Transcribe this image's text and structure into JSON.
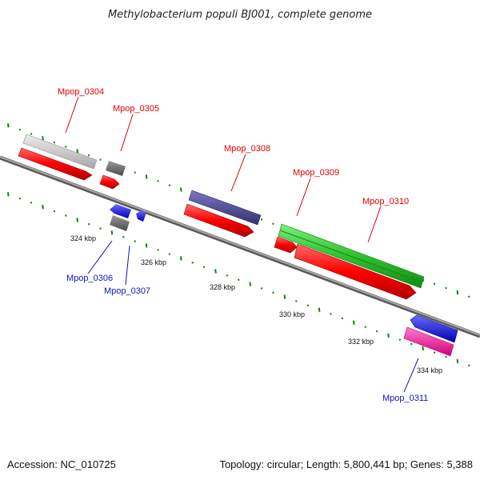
{
  "title": "Methylobacterium populi BJ001, complete genome",
  "footer": {
    "accession": "Accession: NC_010725",
    "topology": "Topology: circular; Length: 5,800,441 bp; Genes: 5,388"
  },
  "ticks": [
    "324 kbp",
    "326 kbp",
    "328 kbp",
    "330 kbp",
    "332 kbp",
    "334 kbp"
  ],
  "genes_top": [
    {
      "label": "Mpop_0304",
      "color": "#e00000"
    },
    {
      "label": "Mpop_0305",
      "color": "#e00000"
    },
    {
      "label": "Mpop_0308",
      "color": "#e00000"
    },
    {
      "label": "Mpop_0309",
      "color": "#e00000"
    },
    {
      "label": "Mpop_0310",
      "color": "#e00000"
    }
  ],
  "genes_bottom": [
    {
      "label": "Mpop_0306",
      "color": "#1010c0"
    },
    {
      "label": "Mpop_0307",
      "color": "#1010c0"
    },
    {
      "label": "Mpop_0311",
      "color": "#1010c0"
    }
  ],
  "colors": {
    "backbone": "#808080",
    "cds": "#ff0000",
    "grey_feature": "#c8c8c8",
    "dark_grey_feature": "#6e6e6e",
    "purple_feature": "#4e4a96",
    "green_feature": "#2ec82e",
    "blue_feature": "#1010f0",
    "pink_feature": "#ff1aa8",
    "tick_green": "#108010"
  }
}
